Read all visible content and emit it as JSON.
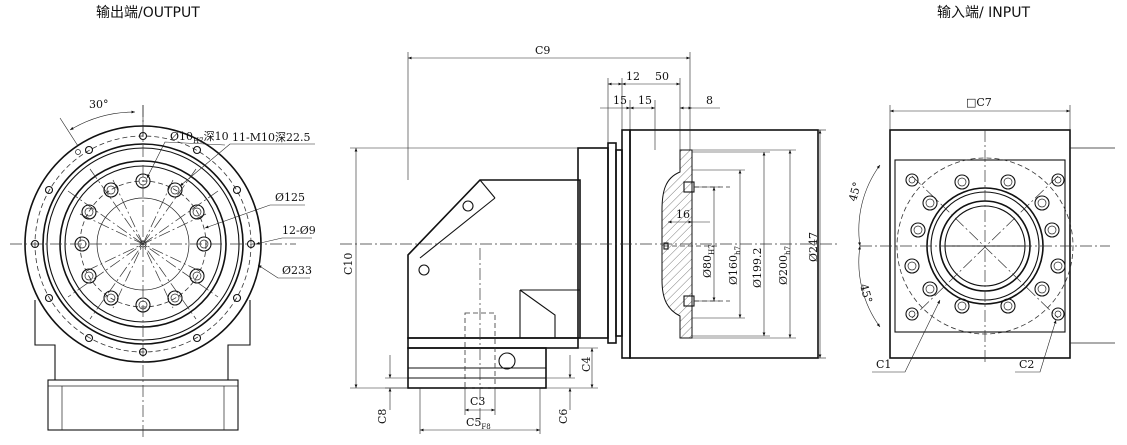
{
  "titles": {
    "output": "输出端/OUTPUT",
    "input": "输入端/ INPUT"
  },
  "output_view": {
    "angle": "30°",
    "pin_hole_main": "Ø10",
    "pin_hole_sub": "H7",
    "pin_hole_depth": "深10",
    "thread": "11-M10深22.5",
    "pcd": "Ø125",
    "holes": "12-Ø9",
    "outer": "Ø233"
  },
  "side_view": {
    "c9": "C9",
    "d12": "12",
    "d50": "50",
    "d15a": "15",
    "d15b": "15",
    "d8": "8",
    "d16": "16",
    "c10": "C10",
    "c4": "C4",
    "c3": "C3",
    "c8": "C8",
    "c6": "C6",
    "c5_main": "C5",
    "c5_sub": "F8",
    "d80_main": "Ø80",
    "d80_sub": "H7",
    "d160_main": "Ø160",
    "d160_sub": "h7",
    "d199": "Ø199.2",
    "d200_main": "Ø200",
    "d200_sub": "h7",
    "d247": "Ø247"
  },
  "input_view": {
    "c7": "□C7",
    "angle_top": "45°",
    "angle_bottom": "45°",
    "c1": "C1",
    "c2": "C2"
  }
}
